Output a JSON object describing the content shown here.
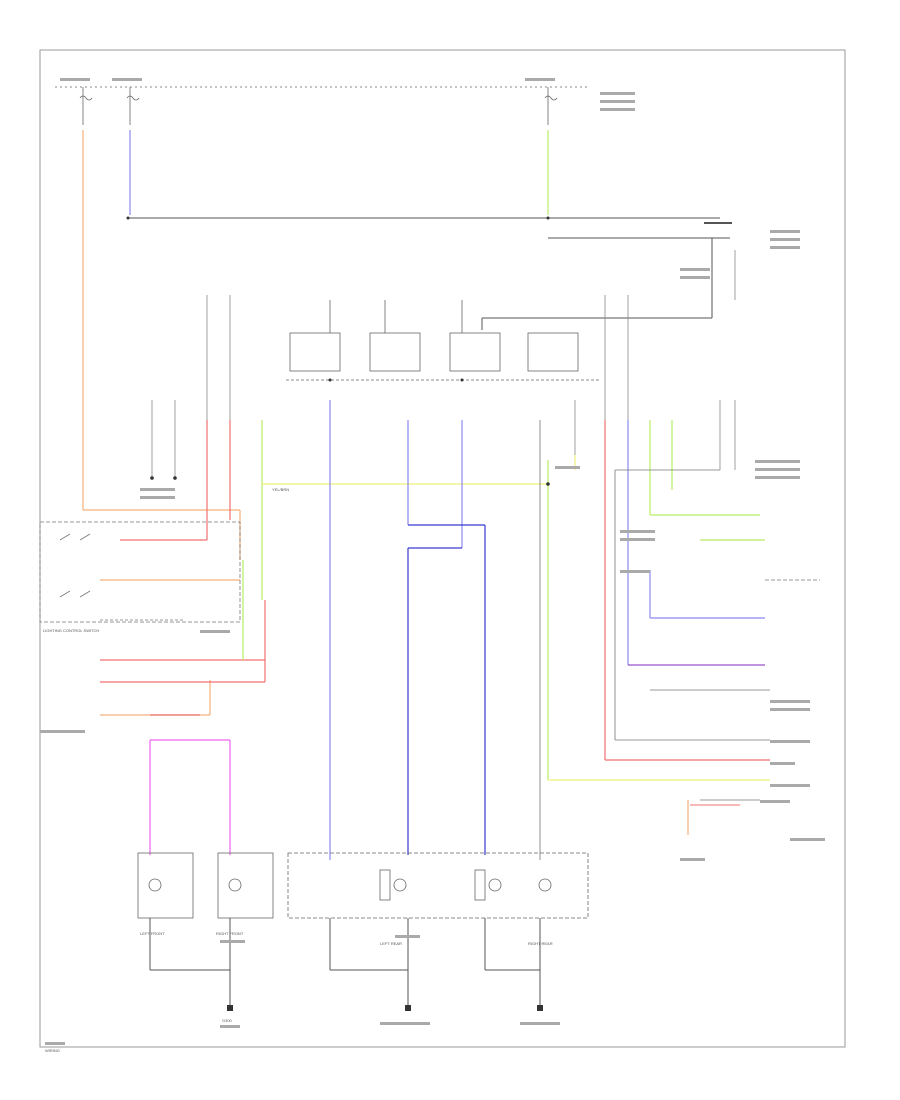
{
  "wire_colors": {
    "orange": "#f4b07a",
    "red": "#f07070",
    "violet": "#8a8af0",
    "green": "#b6ee66",
    "yellow": "#eef07a",
    "pink": "#ee66ee",
    "dark_blue": "#3a3ad0",
    "grey": "#555555",
    "purple": "#9955cc"
  },
  "labels": {
    "yellow_bus": "YEL/BRN",
    "lighting_switch": "LIGHTING CONTROL SWITCH",
    "front_left": "LEFT FRONT",
    "front_right": "RIGHT FRONT",
    "rear_left": "LEFT REAR",
    "rear_right": "RIGHT REAR",
    "ground": "G300",
    "footer": "WIRING"
  }
}
